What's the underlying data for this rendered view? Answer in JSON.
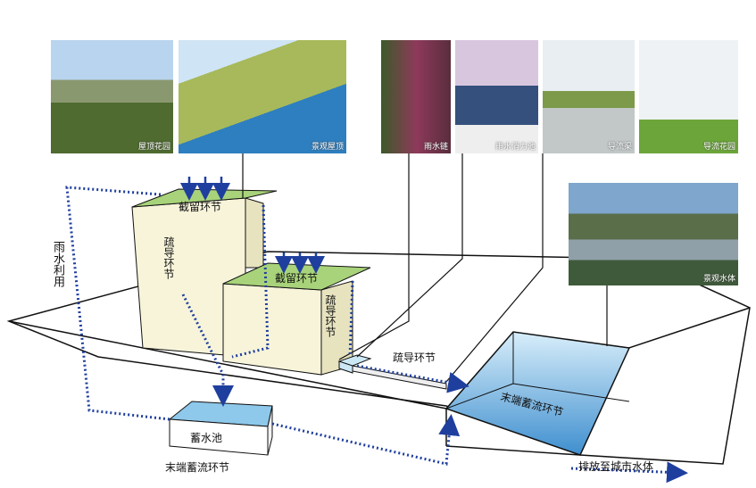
{
  "photos": [
    {
      "label": "屋顶花园",
      "colors": [
        "#b9d4ee",
        "#6c7d4a",
        "#4f6b30"
      ]
    },
    {
      "label": "景观屋顶",
      "colors": [
        "#cfe4f4",
        "#a7b95a",
        "#2e7fc0"
      ]
    },
    {
      "label": "雨水链",
      "colors": [
        "#5a2d3e",
        "#8e3a5a",
        "#3c5a2a"
      ]
    },
    {
      "label": "雨水消力池",
      "colors": [
        "#d8c6df",
        "#7a6a8c",
        "#35507c"
      ]
    },
    {
      "label": "导流渠",
      "colors": [
        "#e8eef2",
        "#c2c8c8",
        "#7d9a4a"
      ]
    },
    {
      "label": "导流花园",
      "colors": [
        "#eef2f4",
        "#a89a7e",
        "#6ca63a"
      ]
    },
    {
      "label": "景观水体",
      "colors": [
        "#7fa6cc",
        "#5a6e4a",
        "#3f5a3a"
      ]
    }
  ],
  "labels": {
    "retention_top": "截留环节",
    "retention_mid": "截留环节",
    "guide_tall": "疏导环节",
    "guide_mid": "疏导环节",
    "guide_channel": "疏导环节",
    "rain_reuse": "雨水利用",
    "cistern": "蓄水池",
    "end_storage_small": "末端蓄流环节",
    "end_storage_pool": "末端蓄流环节",
    "discharge": "排放至城市水体"
  },
  "colors": {
    "flow": "#1f3f9e",
    "roof": "#a8d37a",
    "wall": "#f7f4da",
    "water": "#8ec8ea"
  }
}
